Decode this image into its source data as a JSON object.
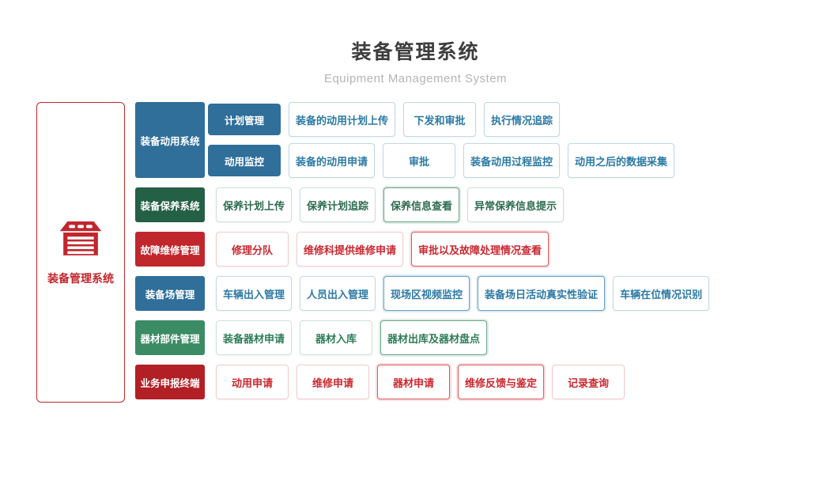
{
  "header": {
    "title": "装备管理系统",
    "subtitle": "Equipment Management System"
  },
  "root": {
    "label": "装备管理系统",
    "icon": "warehouse-icon",
    "color": "#c1272d"
  },
  "palette": {
    "blue": "#2f6f9a",
    "dark_green": "#246046",
    "green": "#3b8b65",
    "red": "#c0262c",
    "dark_red": "#b21f25",
    "title_gray": "#3d3d3d",
    "subtitle_gray": "#b5b5b5"
  },
  "groups": [
    {
      "label": "装备动用系统",
      "theme": "blue",
      "subgroups": [
        {
          "label": "计划管理",
          "items": [
            {
              "label": "装备的动用计划上传"
            },
            {
              "label": "下发和审批"
            },
            {
              "label": "执行情况追踪"
            }
          ]
        },
        {
          "label": "动用监控",
          "items": [
            {
              "label": "装备的动用申请"
            },
            {
              "label": "审批"
            },
            {
              "label": "装备动用过程监控"
            },
            {
              "label": "动用之后的数据采集"
            }
          ]
        }
      ]
    },
    {
      "label": "装备保养系统",
      "theme": "darkgreen",
      "items": [
        {
          "label": "保养计划上传"
        },
        {
          "label": "保养计划追踪"
        },
        {
          "label": "保养信息查看",
          "emphasis": true
        },
        {
          "label": "异常保养信息提示"
        }
      ]
    },
    {
      "label": "故障维修管理",
      "theme": "red",
      "items": [
        {
          "label": "修理分队"
        },
        {
          "label": "维修科提供维修申请"
        },
        {
          "label": "审批以及故障处理情况查看",
          "emphasis": true
        }
      ]
    },
    {
      "label": "装备场管理",
      "theme": "blue",
      "items": [
        {
          "label": "车辆出入管理"
        },
        {
          "label": "人员出入管理"
        },
        {
          "label": "现场区视频监控",
          "emphasis": true
        },
        {
          "label": "装备场日活动真实性验证",
          "emphasis": true
        },
        {
          "label": "车辆在位情况识别"
        }
      ]
    },
    {
      "label": "器材部件管理",
      "theme": "green",
      "items": [
        {
          "label": "装备器材申请"
        },
        {
          "label": "器材入库"
        },
        {
          "label": "器材出库及器材盘点",
          "emphasis": true
        }
      ]
    },
    {
      "label": "业务申报终端",
      "theme": "darkred",
      "items": [
        {
          "label": "动用申请"
        },
        {
          "label": "维修申请"
        },
        {
          "label": "器材申请",
          "emphasis": true
        },
        {
          "label": "维修反馈与鉴定",
          "emphasis": true
        },
        {
          "label": "记录查询"
        }
      ]
    }
  ]
}
